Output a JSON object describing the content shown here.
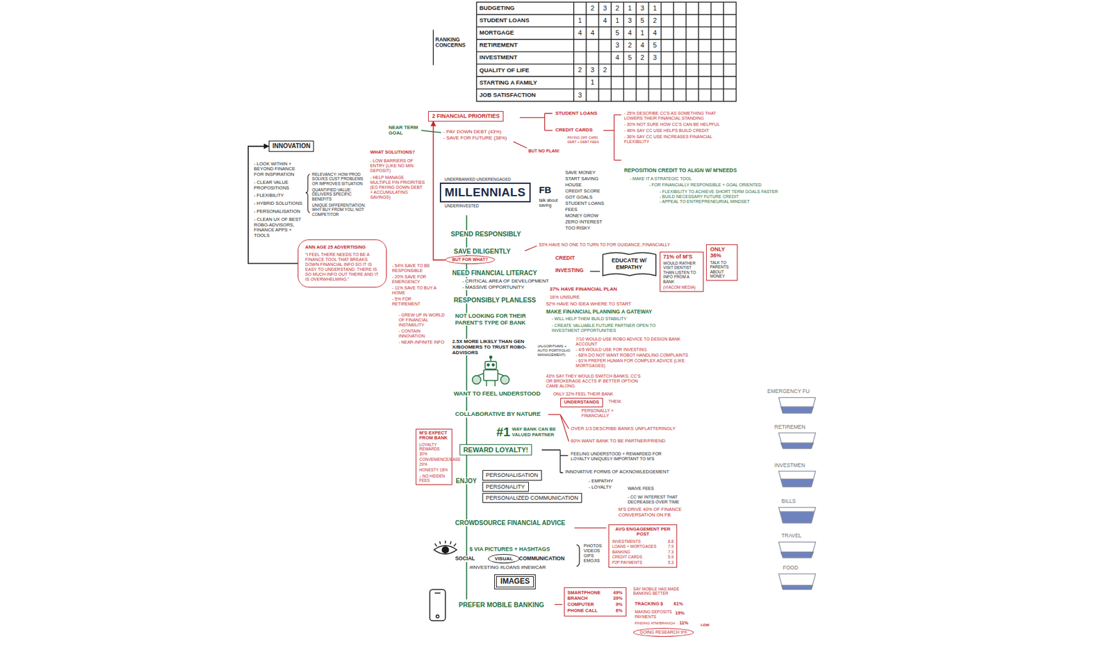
{
  "diagram": {
    "nodes": [
      {
        "text": [
          "2 FINANCIAL PRIORITIES"
        ]
      },
      {
        "text": [
          "INNOVATION"
        ]
      },
      {
        "text": [
          "UNDERBANKED UNDERENGAGED",
          "MILLENNIALS",
          "UNDERINVESTED"
        ]
      },
      {
        "text": [
          "BUT FOR WHAT?"
        ]
      },
      {
        "text": [
          "EDUCATE W/ EMPATHY"
        ]
      },
      {
        "text": [
          "71% of M'S",
          "WOULD RATHER VISIT DENTIST THAN LISTEN TO INFO FROM A BANK",
          "(VIACOM MEDIA)"
        ]
      },
      {
        "text": [
          "ONLY 36%",
          "TALK TO PARENTS ABOUT MONEY"
        ]
      },
      {
        "text": [
          "UNDERSTANDS"
        ]
      },
      {
        "text": [
          "M'S EXPECT FROM BANK",
          "LOYALTY REWARDS 30%",
          "CONVENIENCE/EASE 29%",
          "HONESTY 18%",
          "↓ NO HIDDEN FEES"
        ]
      },
      {
        "text": [
          "REWARD LOYALTY!"
        ]
      },
      {
        "text": [
          "PERSONALISATION"
        ]
      },
      {
        "text": [
          "PERSONALITY"
        ]
      },
      {
        "text": [
          "PERSONALIZED COMMUNICATION"
        ]
      },
      {
        "text": [
          "AVG ENGAGEMENT PER POST",
          "INVESTMENTS",
          "8.8",
          "LOANS + MORTGAGES",
          "7.9",
          "BANKING",
          "7.3",
          "CREDIT CARDS",
          "5.9",
          "P2P PAYMENTS",
          "5.3"
        ]
      },
      {
        "text": [
          "VISUAL"
        ]
      },
      {
        "text": [
          "IMAGES"
        ]
      },
      {
        "text": [
          "SMARTPHONE",
          "49%",
          "BRANCH",
          "39%",
          "COMPUTER",
          "9%",
          "PHONE CALL",
          "6%"
        ]
      },
      {
        "text": [
          "DOING RESEARCH 9%"
        ]
      },
      {
        "text": [
          "ANN AGE 25 ADVERTISING",
          "“I FEEL THERE NEEDS TO BE A FINANCE TOOL THAT BREAKS DOWN FINANCIAL INFO SO IT IS EASY TO UNDERSTAND. THERE IS SO MUCH INFO OUT THERE AND IT IS OVERWHELMING.”"
        ]
      }
    ],
    "edges": [
      {
        "from": 18,
        "to": 1,
        "arrow": "to"
      },
      {
        "from": 3,
        "to": 0,
        "arrow": "to"
      }
    ],
    "labels": [
      "BUDGETING",
      "2",
      "3",
      "2",
      "1",
      "3",
      "1",
      "STUDENT LOANS",
      "1",
      "4",
      "1",
      "3",
      "5",
      "2",
      "MORTGAGE",
      "4",
      "4",
      "5",
      "4",
      "1",
      "4",
      "RETIREMENT",
      "3",
      "2",
      "4",
      "5",
      "INVESTMENT",
      "4",
      "5",
      "2",
      "3",
      "QUALITY OF LIFE",
      "2",
      "3",
      "2",
      "STARTING A FAMILY",
      "1",
      "JOB SATISFACTION",
      "3",
      "RANKING CONCERNS",
      "- LOOK WITHIN + BEYOND FINANCE FOR INSPIRATION",
      "- CLEAR VALUE PROPOSITIONS",
      "- FLEXIBILITY",
      "- HYBRID SOLUTIONS",
      "- PERSONALISATION",
      "- CLEAN UX OF BEST ROBO-ADVISORS, FINANCE APPS + TOOLS",
      "RELEVANCY: HOW PROD SOLVES CUST PROBLEMS OR IMPROVES SITUATION",
      "QUANTIFIED VALUE: DELIVERS SPECIFIC BENEFITS",
      "UNIQUE DIFFERENTIATION: WHY BUY FROM YOU, NOT COMPETITOR",
      "WHAT SOLUTIONS?",
      "- LOW BARRIERS OF ENTRY (LIKE NO MIN DEPOSIT)",
      "- HELP MANAGE MULTIPLE FIN PRIORITIES (EG PAYING DOWN DEBT + ACCUMULATING SAVINGS)",
      "NEAR TERM GOAL",
      "- PAY DOWN DEBT (43%)",
      "- SAVE FOR FUTURE (38%)",
      "BUT NO PLAN!",
      "STUDENT LOANS",
      "CREDIT CARDS",
      "PAYING OFF CARD DEBT + DEBT FEES",
      "- 25% DESCRIBE CC'S AS SOMETHING THAT LOWERS THEIR FINANCIAL STANDING",
      "- 30% NOT SURE HOW CC'S CAN BE HELPFUL",
      "- 46% SAY CC USE HELPS BUILD CREDIT",
      "- 36% SAY CC USE INCREASES FINANCIAL FLEXIBILITY",
      "REPOSITION CREDIT TO ALIGN W/ M'NEEDS",
      "- MAKE IT A STRATEGIC TOOL",
      "- FOR FINANCIALLY RESPONSIBLE + GOAL ORIENTED",
      "- FLEXIBILITY TO ACHIEVE SHORT TERM GOALS FASTER",
      "- BUILD NECESSARY FUTURE CREDIT",
      "- APPEAL TO ENTREPRENEURIAL MINDSET",
      "FB",
      "talk about saving",
      "SAVE MONEY",
      "START SAVING",
      "HOUSE",
      "CREDIT SCORE",
      "GOT GOALS",
      "STUDENT LOANS",
      "FEES",
      "MONEY GROW",
      "ZERO INTEREST",
      "TOO RISKY",
      "SPEND RESPONSIBLY",
      "SAVE DILIGENTLY",
      "NEED FINANCIAL LITERACY",
      "- CRITICAL AREA OF DEVELOPMENT",
      "- MASSIVE OPPORTUNITY",
      "RESPONSIBLY PLANLESS",
      "NOT LOOKING FOR THEIR PARENT'S TYPE OF BANK",
      "2.5X MORE LIKELY THAN GEN X/BOOMERS TO TRUST ROBO-ADVISORS",
      "(ALGORITHMS + AUTO PORTFOLIO MANAGEMENT)",
      "WANT TO FEEL UNDERSTOOD",
      "COLLABORATIVE BY NATURE",
      "#1",
      "WAY BANK CAN BE VALUED PARTNER",
      "ENJOY",
      "CROWDSOURCE FINANCIAL ADVICE",
      "$ VIA PICTURES + HASHTAGS",
      "SOCIAL",
      "COMMUNICATION",
      "#INVESTING #LOANS #NEWCAR",
      "PHOTOS",
      "VIDEOS",
      "GIFS",
      "EMOJIS",
      "PREFER MOBILE BANKING",
      "- 54% SAVE TO BE RESPONSIBLE",
      "- 20% SAVE FOR EMERGENCY",
      "- 11% SAVE TO BUY A HOME",
      "- 5% FOR RETIREMENT",
      "- GREW UP IN WORLD OF FINANCIAL INSTABILITY",
      "- CONTAIN INNOVATION",
      "- NEAR-INFINITE INFO",
      "53% HAVE NO ONE TO TURN TO FOR GUIDANCE, FINANCIALLY",
      "CREDIT",
      "INVESTING",
      "37% HAVE FINANCIAL PLAN",
      "16% UNSURE",
      "52% HAVE NO IDEA WHERE TO START",
      "MAKE FINANCIAL PLANNING A GATEWAY",
      "- WILL HELP THEM BUILD STABILITY",
      "- CREATE VALUABLE FUTURE PARTNER OPEN TO INVESTMENT OPPORTUNITIES",
      "7/10 WOULD USE ROBO ADVICE TO DESIGN BANK ACCOUNT",
      "- 4/5 WOULD USE FOR INVESTING",
      "- 68% DO NOT WANT ROBOT HANDLING COMPLAINTS",
      "- 61% PREFER HUMAN FOR COMPLEX ADVICE (LIKE MORTGAGES)",
      "43% SAY THEY WOULD SWITCH BANKS, CC'S OR BROKERAGE ACCTS IF BETTER OPTION CAME ALONG.",
      "ONLY 32% FEEL THEIR BANK",
      "THEM.",
      "PERSONALLY + FINANCIALLY",
      "OVER 1/3 DESCRIBE BANKS UNFLATTERINGLY",
      "60% WANT BANK TO BE PARTNER/FRIEND",
      "FEELING UNDERSTOOD + REWARDED FOR LOYALTY UNIQUELY IMPORTANT TO M'S",
      "INNOVATIVE FORMS OF ACKNOWLEDGEMENT",
      "- EMPATHY",
      "- LOYALTY",
      "WAIVE FEES",
      "- CC W/ INTEREST THAT DECREASES OVER TIME",
      "M'S DRIVE 40% OF FINANCE CONVERSATION ON FB",
      "SAY MOBILE HAS MADE BANKING BETTER",
      "TRACKING $",
      "61%",
      "MAKING DEPOSITS PAYMENTS",
      "19%",
      "FINDING ATM/BRANCH",
      "11%",
      "LOW",
      "EMERGENCY FU",
      "RETIREMEN",
      "INVESTMEN",
      "BILLS",
      "TRAVEL",
      "FOOD"
    ]
  }
}
